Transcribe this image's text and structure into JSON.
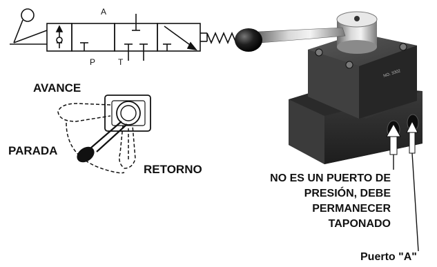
{
  "schematic": {
    "port_a": "A",
    "port_p": "P",
    "port_t": "T"
  },
  "handle_positions": {
    "advance": "AVANCE",
    "stop": "PARADA",
    "return": "RETORNO"
  },
  "callouts": {
    "pressure_port_note": [
      "NO ES UN PUERTO DE",
      "PRESIÓN, DEBE",
      "PERMANECER",
      "TAPONADO"
    ],
    "port_a": "Puerto \"A\""
  },
  "valve_body_markings": {
    "model": "NO. 3302"
  }
}
